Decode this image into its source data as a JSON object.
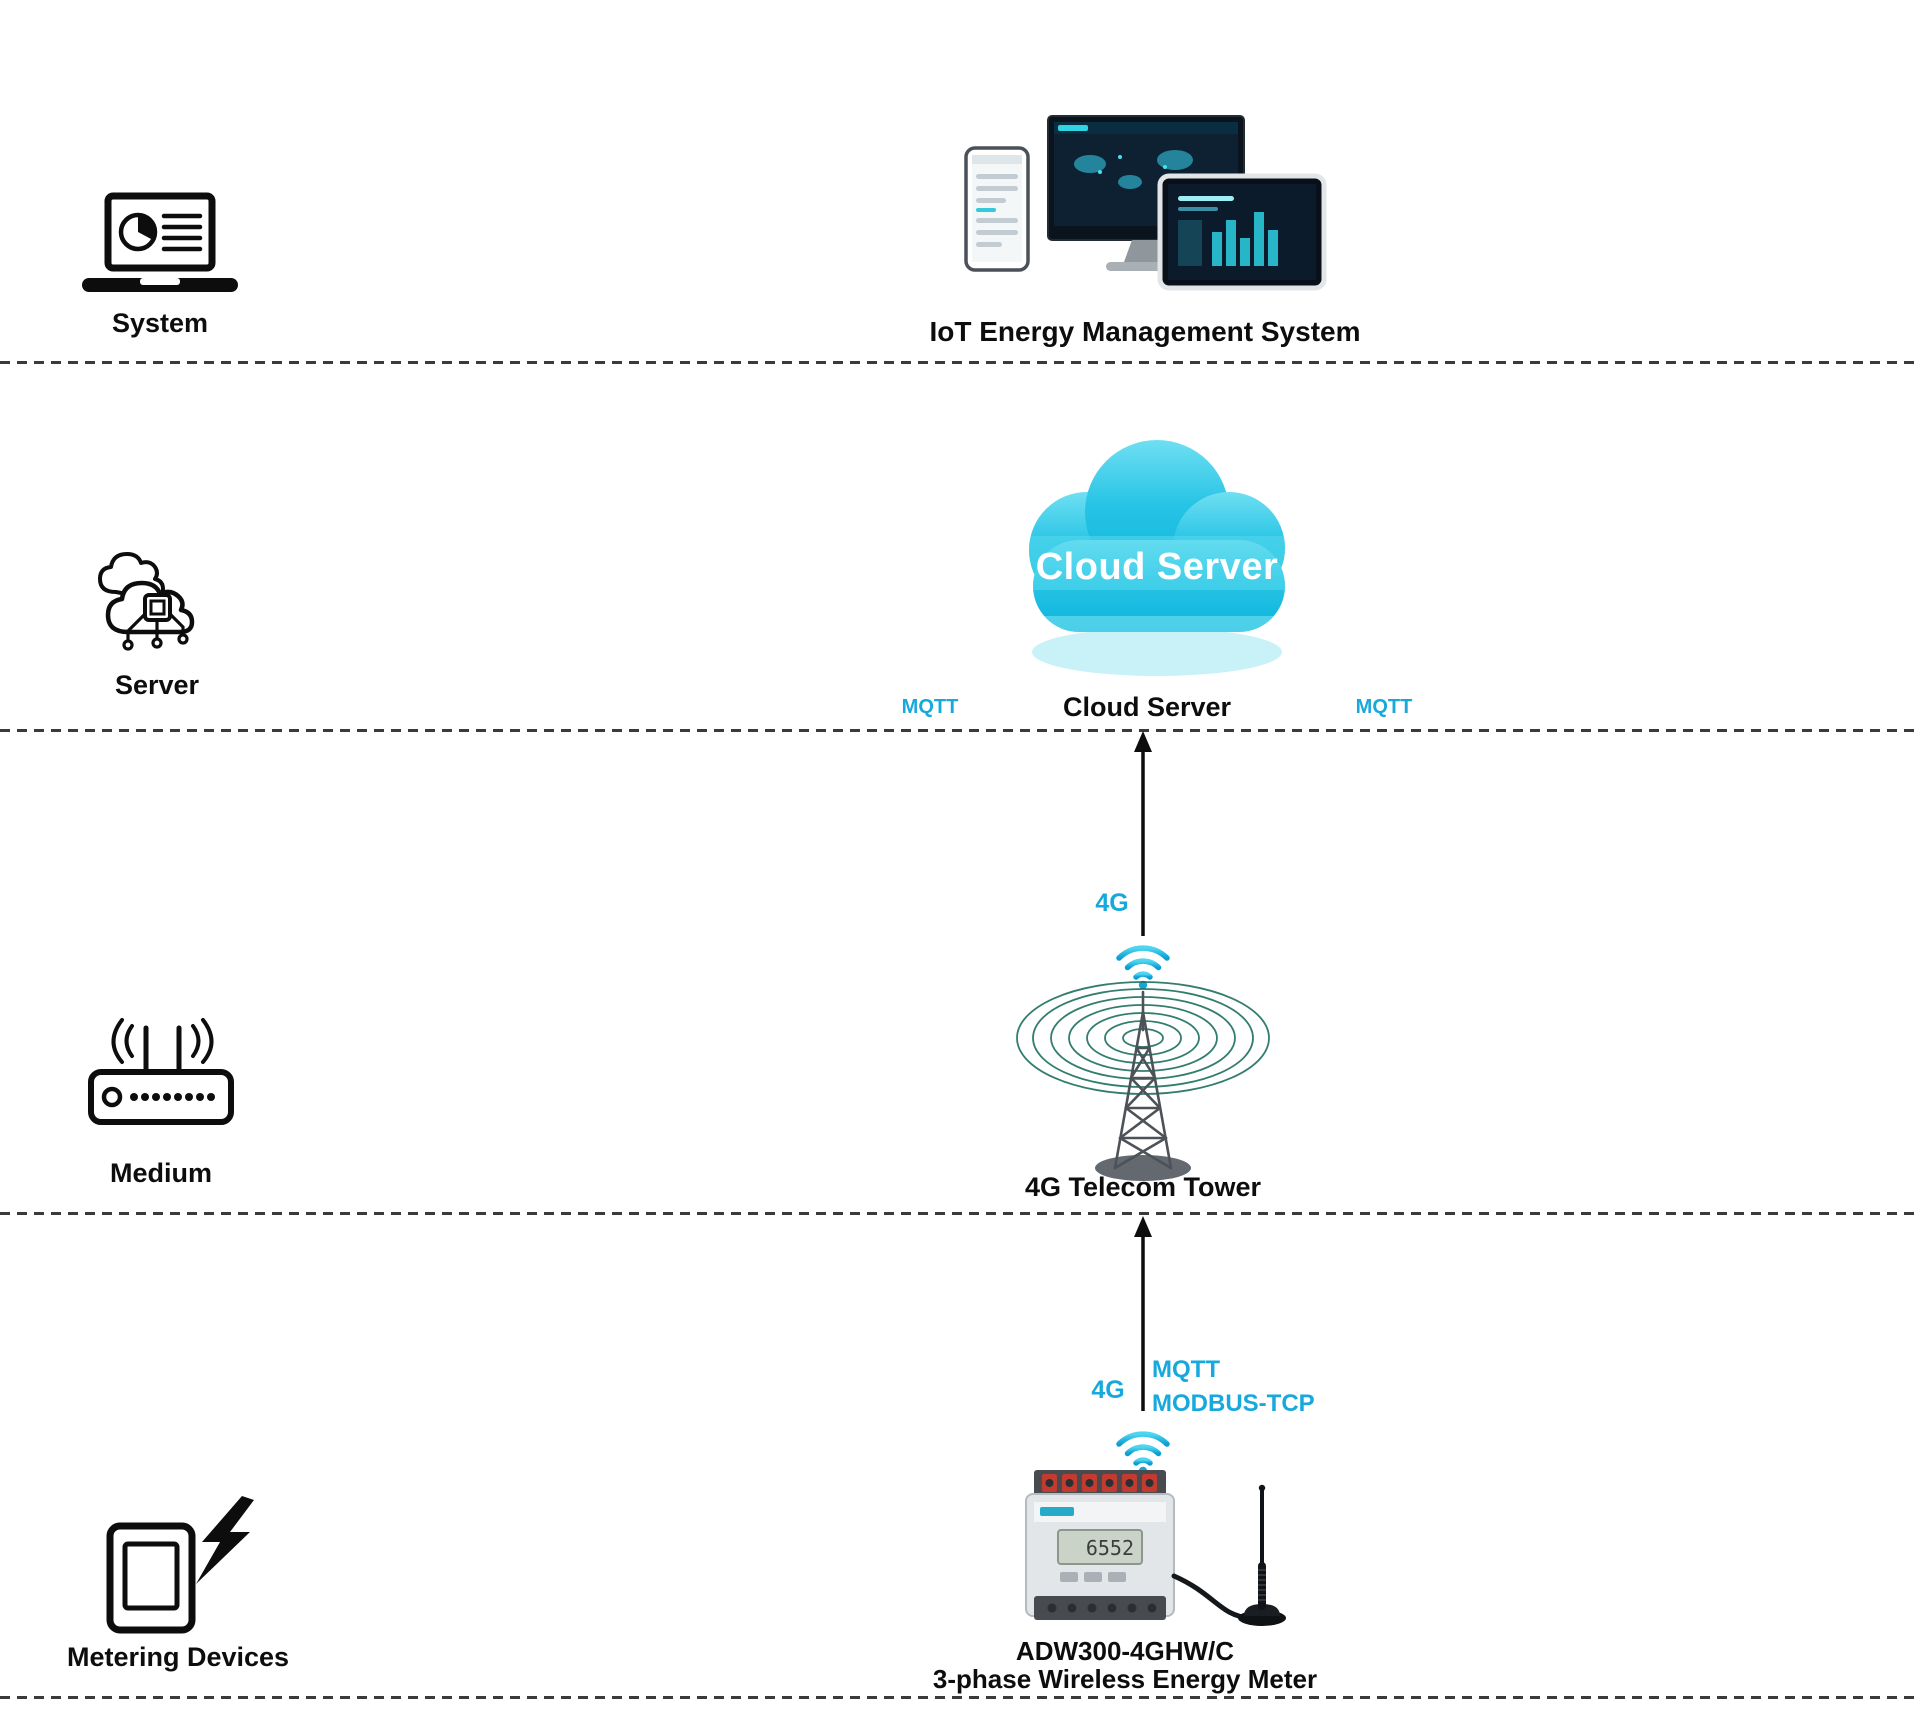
{
  "colors": {
    "accent_cyan": "#17a9dc",
    "ink": "#0d0d0d",
    "cloud_top": "#62dbef",
    "cloud_bottom": "#0cb4dd"
  },
  "system_row": {
    "label": "System",
    "title": "IoT Energy Management System"
  },
  "server_row": {
    "label": "Server",
    "cloud_title": "Cloud Server",
    "caption": "Cloud Server",
    "mqtt_left": "MQTT",
    "mqtt_right": "MQTT"
  },
  "medium_row": {
    "label": "Medium",
    "link": "4G",
    "caption": "4G Telecom Tower"
  },
  "metering_row": {
    "label": "Metering Devices",
    "link": "4G",
    "protocol_mqtt": "MQTT",
    "protocol_modbus": "MODBUS-TCP",
    "device_model": "ADW300-4GHW/C",
    "device_name": "3-phase Wireless Energy Meter",
    "lcd": "6552"
  }
}
